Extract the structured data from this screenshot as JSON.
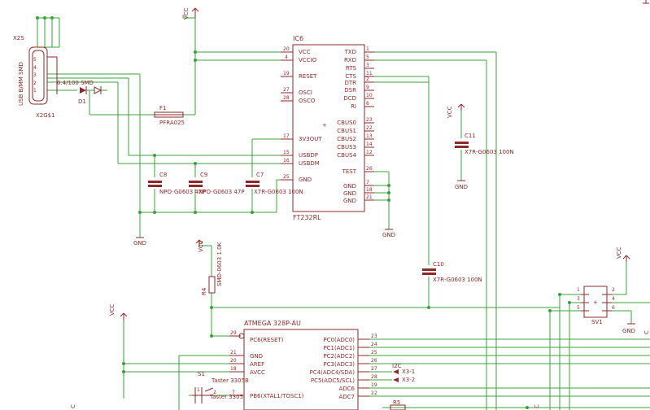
{
  "power": {
    "vcc": "VCC",
    "gnd": "GND"
  },
  "usb": {
    "ref": "X2S",
    "type": "USB B/MM SMD",
    "ref2": "X2G$1",
    "pins": [
      "5",
      "4",
      "3",
      "2",
      "1"
    ],
    "shield_ref": "X2S"
  },
  "diode": {
    "ref": "D1",
    "value": "0.4/100 SMD"
  },
  "fuse": {
    "ref": "F1",
    "value": "PFRA025"
  },
  "ic6": {
    "ref": "IC6",
    "value": "FT232RL",
    "left_pins": [
      {
        "num": "20",
        "name": "VCC"
      },
      {
        "num": "4",
        "name": "VCCIO"
      },
      {
        "num": "19",
        "name": "RESET"
      },
      {
        "num": "27",
        "name": "OSCI"
      },
      {
        "num": "28",
        "name": "OSCO"
      },
      {
        "num": "17",
        "name": "3V3OUT"
      },
      {
        "num": "15",
        "name": "USBDP"
      },
      {
        "num": "16",
        "name": "USBDM"
      },
      {
        "num": "25",
        "name": "GND"
      }
    ],
    "right_pins": [
      {
        "num": "1",
        "name": "TXD"
      },
      {
        "num": "5",
        "name": "RXD"
      },
      {
        "num": "3",
        "name": "RTS"
      },
      {
        "num": "11",
        "name": "CTS"
      },
      {
        "num": "2",
        "name": "DTR"
      },
      {
        "num": "9",
        "name": "DSR"
      },
      {
        "num": "10",
        "name": "DCD"
      },
      {
        "num": "6",
        "name": "RI"
      },
      {
        "num": "23",
        "name": "CBUS0"
      },
      {
        "num": "22",
        "name": "CBUS1"
      },
      {
        "num": "13",
        "name": "CBUS2"
      },
      {
        "num": "14",
        "name": "CBUS3"
      },
      {
        "num": "12",
        "name": "CBUS4"
      },
      {
        "num": "26",
        "name": "TEST"
      },
      {
        "num": "7",
        "name": "GND"
      },
      {
        "num": "18",
        "name": "GND"
      },
      {
        "num": "21",
        "name": "GND"
      }
    ]
  },
  "caps": {
    "c8": {
      "ref": "C8",
      "value": "NPO-G0603 47P"
    },
    "c9": {
      "ref": "C9",
      "value": "NPO-G0603 47P"
    },
    "c7": {
      "ref": "C7",
      "value": "X7R-G0603 100N"
    },
    "c10": {
      "ref": "C10",
      "value": "X7R-G0603 100N"
    },
    "c11": {
      "ref": "C11",
      "value": "X7R-G0603 100N"
    }
  },
  "r4": {
    "ref": "R4",
    "value": "SMD-0603 1.0K"
  },
  "r5": {
    "ref": "R5"
  },
  "sv1": {
    "ref": "SV1",
    "pins": [
      "1",
      "2",
      "3",
      "4",
      "5",
      "6"
    ]
  },
  "mcu": {
    "value": "ATMEGA 328P-AU",
    "left_pins": [
      {
        "num": "29",
        "name": "PC6(RESET)"
      },
      {
        "num": "21",
        "name": "GND"
      },
      {
        "num": "20",
        "name": "AREF"
      },
      {
        "num": "18",
        "name": "AVCC"
      },
      {
        "num": "7",
        "name": "PB6(XTAL1/TOSC1)"
      }
    ],
    "right_pins": [
      {
        "num": "23",
        "name": "PC0(ADC0)"
      },
      {
        "num": "24",
        "name": "PC1(ADC1)"
      },
      {
        "num": "25",
        "name": "PC2(ADC2)"
      },
      {
        "num": "26",
        "name": "PC3(ADC3)"
      },
      {
        "num": "27",
        "name": "PC4(ADC4/SDA)"
      },
      {
        "num": "28",
        "name": "PC5(ADC5/SCL)"
      },
      {
        "num": "19",
        "name": "ADC6"
      },
      {
        "num": "22",
        "name": "ADC7"
      }
    ]
  },
  "i2c": {
    "label": "I2C",
    "x3_1": "X3-1",
    "x3_2": "X3-2"
  },
  "switch": {
    "ref": "S1",
    "value": "Taster 3305B",
    "value2": "Taster 3305"
  },
  "edge": {
    "mark": "C"
  }
}
